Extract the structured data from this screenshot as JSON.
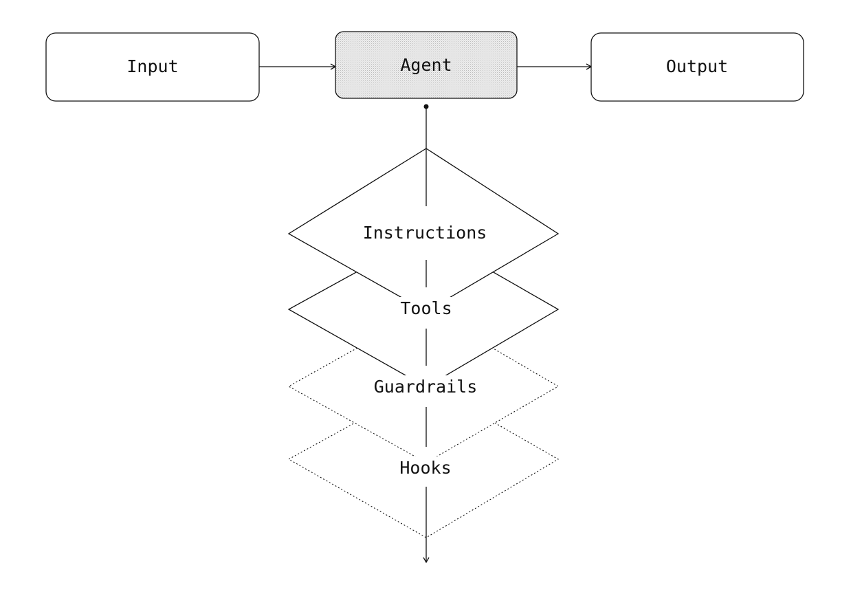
{
  "nodes": {
    "input": "Input",
    "agent": "Agent",
    "output": "Output"
  },
  "layers": [
    {
      "label": "Instructions",
      "style": "solid"
    },
    {
      "label": "Tools",
      "style": "solid"
    },
    {
      "label": "Guardrails",
      "style": "dotted"
    },
    {
      "label": "Hooks",
      "style": "dotted"
    }
  ],
  "colors": {
    "stroke": "#111111",
    "agent_fill": "#e6e6e6",
    "background": "#ffffff"
  }
}
